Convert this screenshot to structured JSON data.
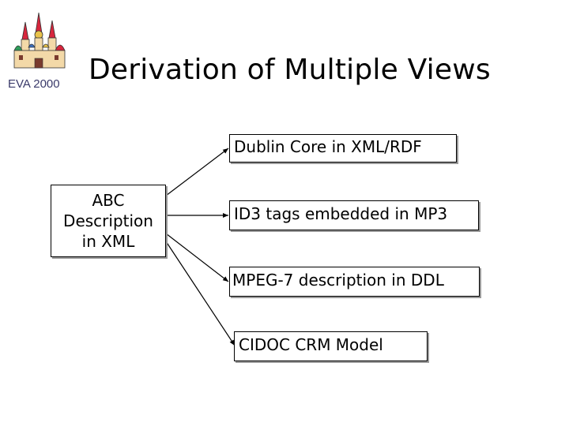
{
  "header": {
    "logo_caption": "EVA 2000",
    "title": "Derivation of Multiple Views"
  },
  "diagram": {
    "source": {
      "lines": [
        "ABC",
        "Description",
        "in XML"
      ]
    },
    "views": [
      {
        "label": "Dublin Core in XML/RDF"
      },
      {
        "label": "ID3 tags embedded in MP3"
      },
      {
        "label": "MPEG-7 description in DDL"
      },
      {
        "label": "CIDOC CRM Model"
      }
    ]
  },
  "colors": {
    "logo_dome": "#d7263d",
    "logo_caption": "#3a3a6a",
    "box_shadow": "#999999"
  }
}
